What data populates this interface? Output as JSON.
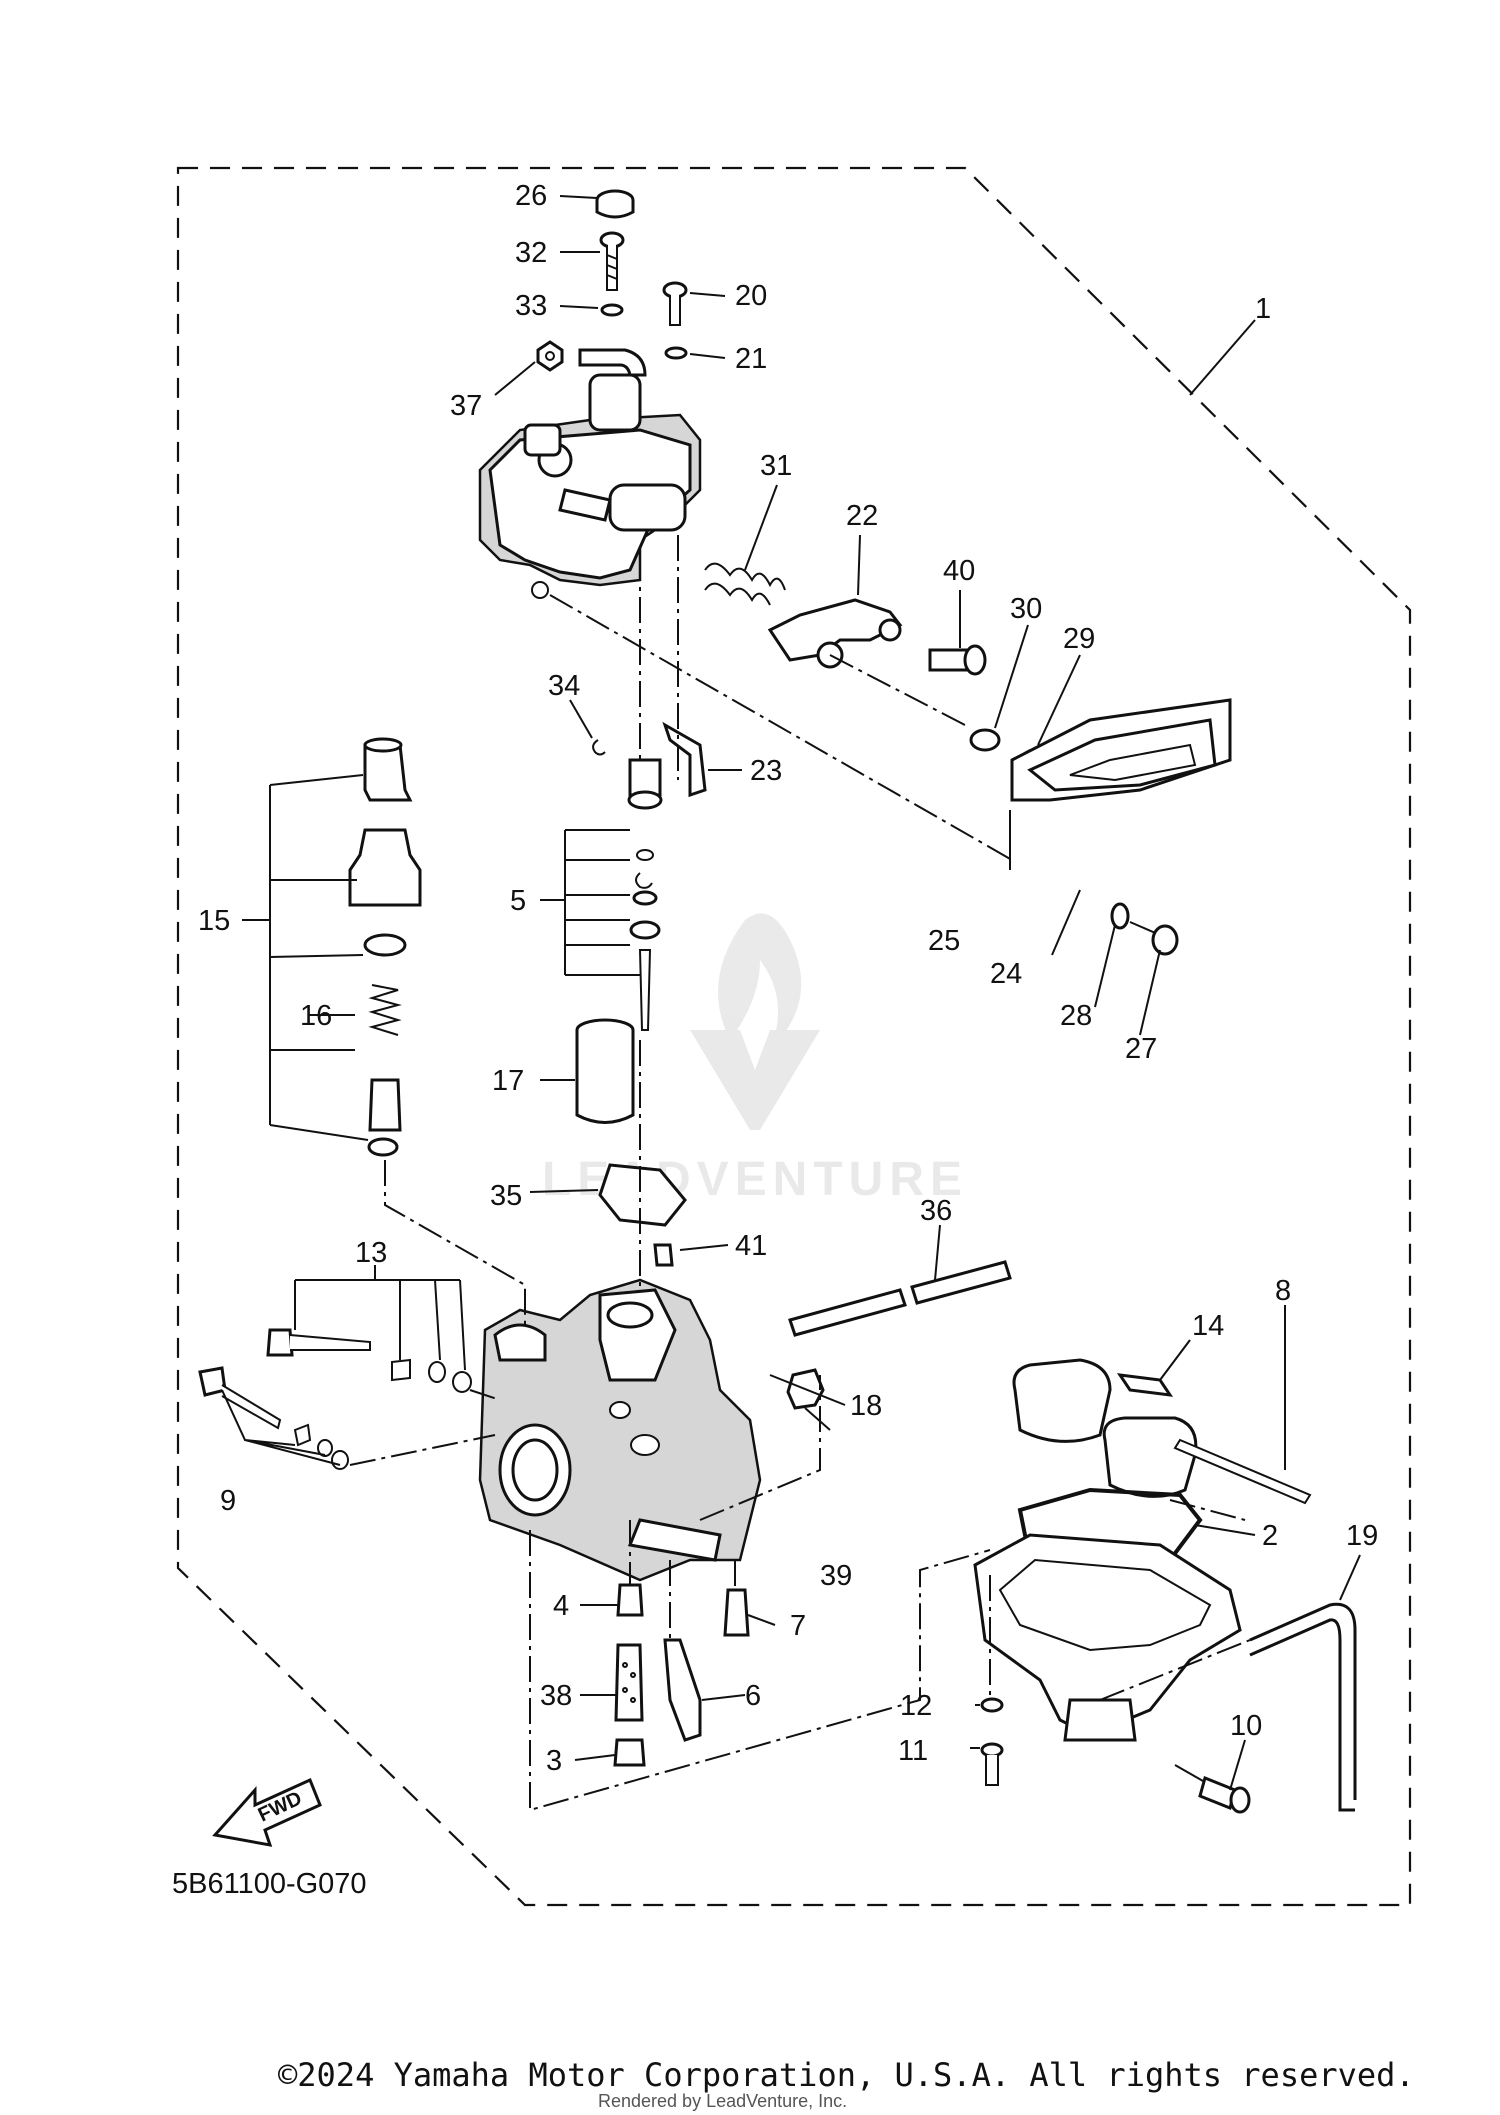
{
  "diagram": {
    "callouts": [
      "26",
      "32",
      "33",
      "20",
      "21",
      "37",
      "1",
      "31",
      "22",
      "40",
      "30",
      "29",
      "34",
      "23",
      "5",
      "15",
      "16",
      "25",
      "24",
      "28",
      "27",
      "17",
      "35",
      "36",
      "41",
      "13",
      "14",
      "8",
      "18",
      "2",
      "19",
      "9",
      "39",
      "4",
      "7",
      "38",
      "6",
      "12",
      "10",
      "11",
      "3"
    ],
    "part_code": "5B61100-G070",
    "fwd_label": "FWD",
    "watermark": "LEADVENTURE"
  },
  "footer": {
    "copyright": "©2024 Yamaha Motor Corporation, U.S.A. All rights reserved.",
    "rendered_by": "Rendered by LeadVenture, Inc."
  }
}
